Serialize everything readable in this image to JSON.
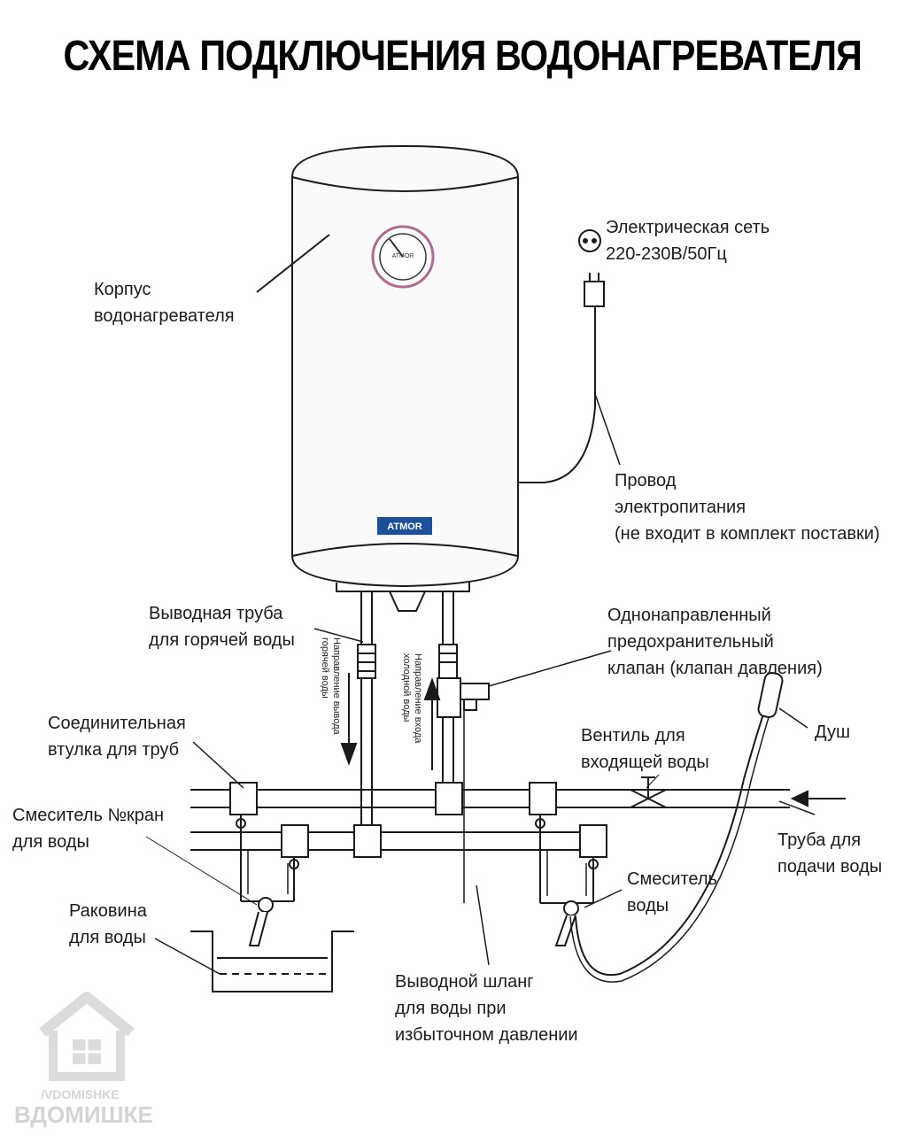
{
  "title": "СХЕМА ПОДКЛЮЧЕНИЯ ВОДОНАГРЕВАТЕЛЯ",
  "heater": {
    "brand_label": "ATMOR",
    "gauge_label": "ATMOR"
  },
  "labels": {
    "body": [
      "Корпус",
      "водонагревателя"
    ],
    "network": [
      "Электрическая сеть",
      "220-230В/50Гц"
    ],
    "cable": [
      "Провод",
      "электропитания",
      "(не входит в комплект поставки)"
    ],
    "hot_pipe": [
      "Выводная труба",
      "для горячей воды"
    ],
    "check_valve": [
      "Однонаправленный",
      "предохранительный",
      "клапан (клапан давления)"
    ],
    "coupling": [
      "Соединительная",
      "втулка для труб"
    ],
    "inlet_valve": [
      "Вентиль для",
      "входящей воды"
    ],
    "shower": [
      "Душ"
    ],
    "mixer_tap": [
      "Смеситель №кран",
      "для воды"
    ],
    "supply_pipe": [
      "Труба для",
      "подачи воды"
    ],
    "sink": [
      "Раковина",
      "для воды"
    ],
    "mixer_right": [
      "Смеситель",
      "воды"
    ],
    "drain_hose": [
      "Выводной шланг",
      "для воды при",
      "избыточном давлении"
    ]
  },
  "vertical_labels": {
    "hot_out": [
      "Направление вывода",
      "горячей воды"
    ],
    "cold_in": [
      "Направление входа",
      "холодной воды"
    ]
  },
  "watermark": {
    "handle": "/VDOMISHKE",
    "name": "ВДОМИШКЕ"
  }
}
